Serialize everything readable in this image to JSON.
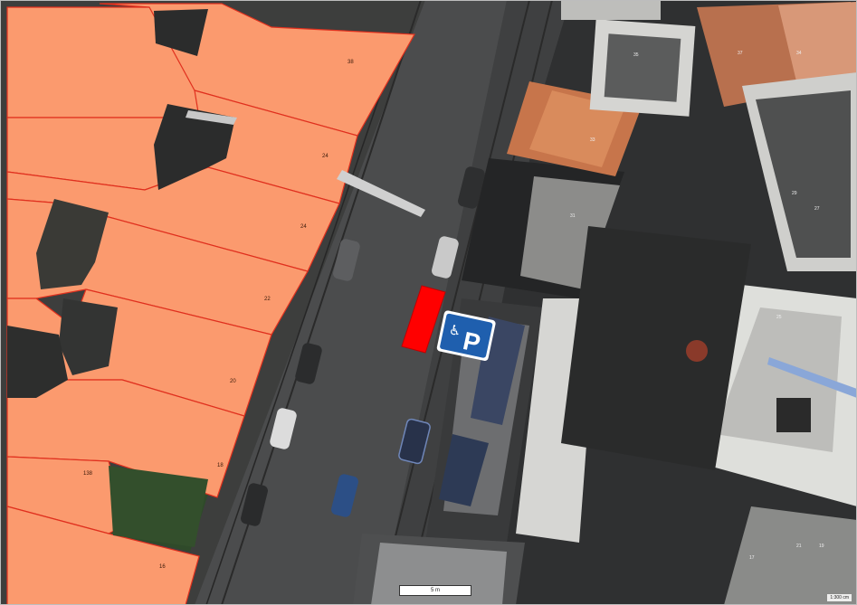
{
  "map": {
    "colors": {
      "parcel_fill": "#fb9a6e",
      "parcel_stroke": "#e0301e",
      "highlight": "#ff0000",
      "sign_blue": "#1f5fae",
      "road": "#4a4b4c",
      "rooftop_dark": "#2d2e2f",
      "rooftop_light": "#d9d9d4",
      "tile_roof": "#c7754b"
    },
    "parcel_labels": [
      "38",
      "24",
      "24",
      "22",
      "20",
      "18",
      "138",
      "16"
    ],
    "building_labels": [
      "37",
      "34",
      "35",
      "33",
      "31",
      "29",
      "27",
      "25",
      "21",
      "19",
      "17"
    ],
    "parking_sign": {
      "wheelchair_symbol": "♿",
      "letter": "P"
    },
    "scale_bar": "5 m",
    "scale_note": "1:300 cm"
  }
}
